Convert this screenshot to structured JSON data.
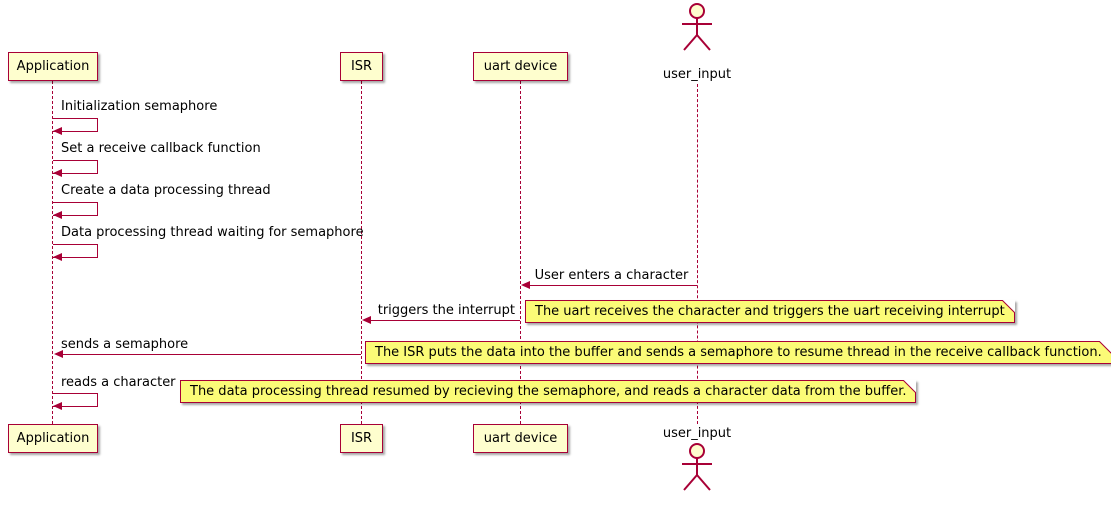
{
  "participants": {
    "application": "Application",
    "isr": "ISR",
    "uart": "uart device",
    "user": "user_input"
  },
  "messages": {
    "init_semaphore": "Initialization semaphore",
    "set_callback": "Set a receive callback function",
    "create_thread": "Create a data processing thread",
    "wait_semaphore": "Data processing thread waiting for semaphore",
    "user_enters": "User enters a character",
    "triggers_interrupt": "triggers the interrupt",
    "sends_semaphore": "sends a semaphore",
    "reads_character": "reads a character"
  },
  "notes": {
    "uart_note": "The uart receives the character and triggers the uart receiving interrupt",
    "isr_note": "The ISR puts the data into the buffer and sends a semaphore to resume thread in the receive callback function.",
    "thread_note": "The data processing thread resumed by recieving the semaphore, and reads a character data from the buffer."
  },
  "colors": {
    "line": "#A80036",
    "participant_fill": "#FEFECE",
    "note_fill": "#FBFB77"
  }
}
